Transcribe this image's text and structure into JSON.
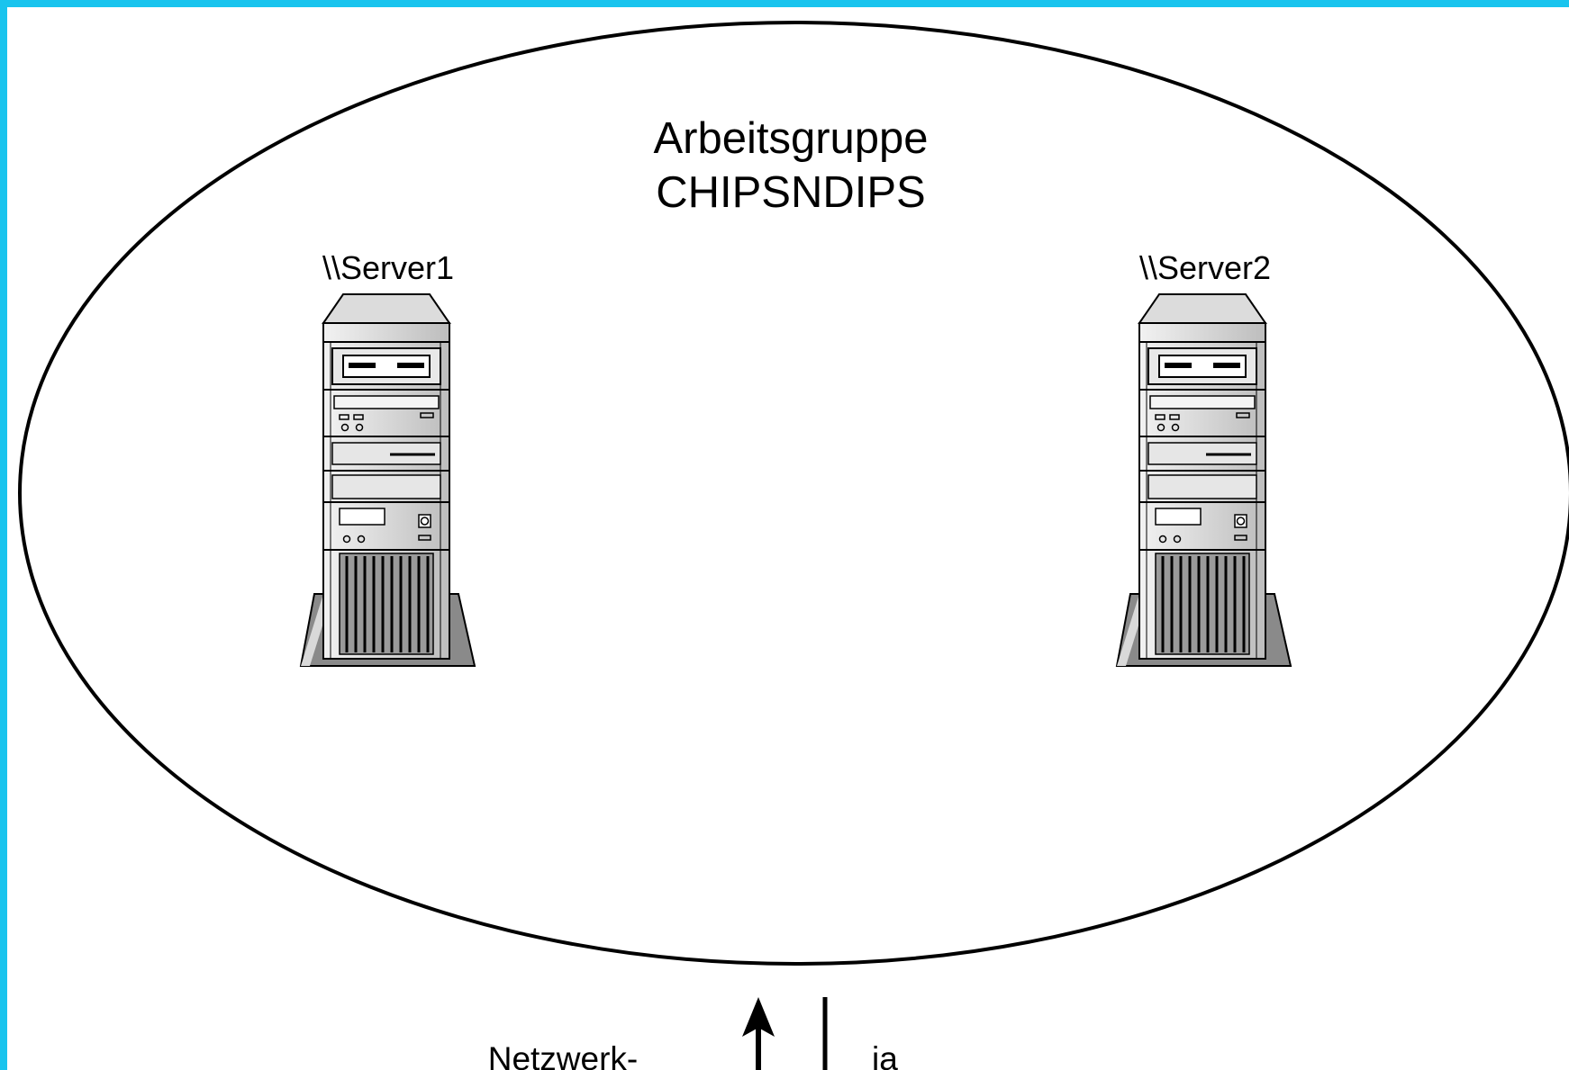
{
  "workgroup": {
    "line1": "Arbeitsgruppe",
    "line2": "CHIPSNDIPS"
  },
  "servers": [
    {
      "label": "\\\\Server1"
    },
    {
      "label": "\\\\Server2"
    }
  ],
  "bottom": {
    "left_label": "Netzwerk-",
    "right_label": "ja"
  }
}
